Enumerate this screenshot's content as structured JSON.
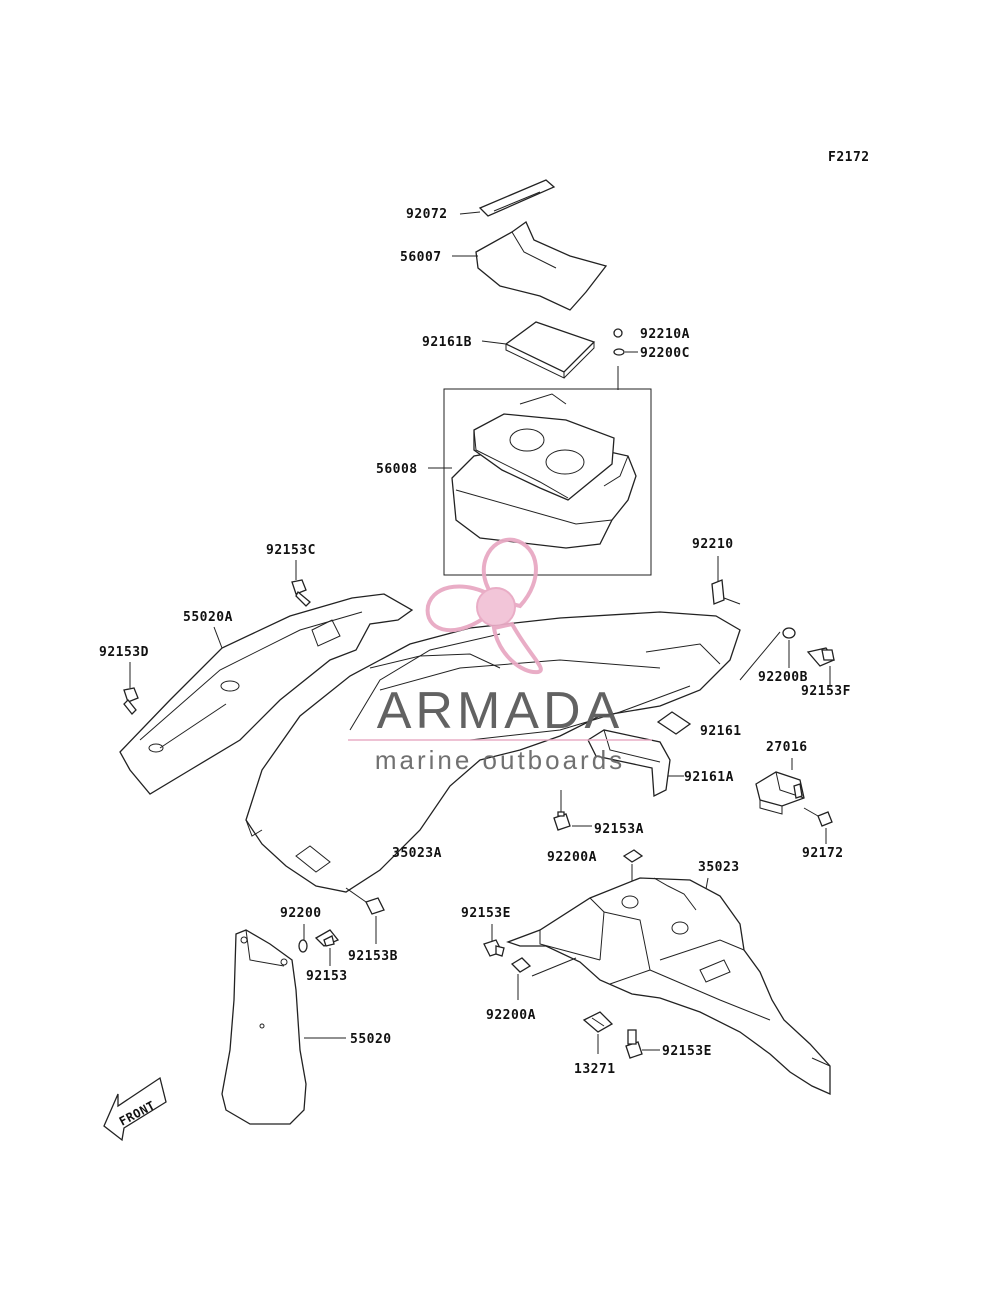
{
  "figure_code": "F2172",
  "parts": {
    "p92072": "92072",
    "p56007": "56007",
    "p92161B": "92161B",
    "p92210A": "92210A",
    "p92200C": "92200C",
    "p56008": "56008",
    "p92153C": "92153C",
    "p92210": "92210",
    "p55020A": "55020A",
    "p92153D": "92153D",
    "p92200B": "92200B",
    "p92153F": "92153F",
    "p92161": "92161",
    "p27016": "27016",
    "p92161A": "92161A",
    "p92153A": "92153A",
    "p35023A": "35023A",
    "p92200A_top": "92200A",
    "p35023": "35023",
    "p92172": "92172",
    "p92200": "92200",
    "p92153B": "92153B",
    "p92153E_left": "92153E",
    "p92153": "92153",
    "p92200A_bottom": "92200A",
    "p55020": "55020",
    "p92153E_bottom": "92153E",
    "p13271": "13271"
  },
  "front_arrow": "FRONT",
  "watermark": {
    "name": "ARMADA",
    "subtitle": "marine outboards",
    "logo_color": "#e8a9c4",
    "logo_hub_color": "#f2c2d6"
  }
}
